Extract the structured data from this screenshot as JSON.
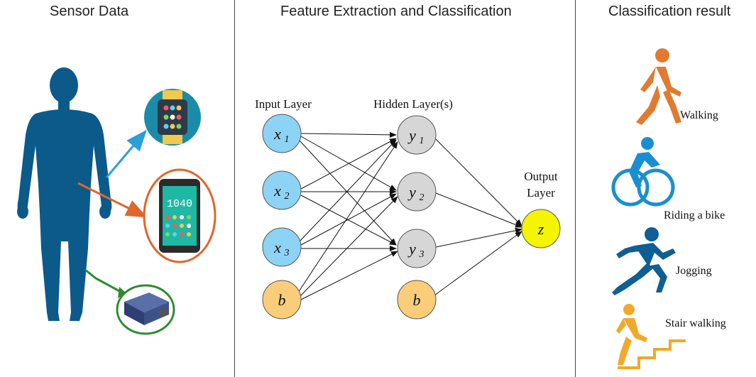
{
  "panels": {
    "sensor": {
      "title": "Sensor Data"
    },
    "network": {
      "title": "Feature Extraction and Classification"
    },
    "result": {
      "title": "Classification result"
    }
  },
  "network": {
    "input_label": "Input Layer",
    "hidden_label": "Hidden Layer(s)",
    "output_label_1": "Output",
    "output_label_2": "Layer",
    "inputs": [
      "x",
      "x",
      "x",
      "b"
    ],
    "input_subs": [
      "1",
      "2",
      "3",
      ""
    ],
    "hidden": [
      "y",
      "y",
      "y",
      "b"
    ],
    "hidden_subs": [
      "1",
      "2",
      "3",
      ""
    ],
    "output": "z"
  },
  "activities": {
    "walking": "Walking",
    "bike": "Riding a bike",
    "jogging": "Jogging",
    "stair": "Stair walking"
  },
  "device": {
    "phone_time": "1040"
  },
  "colors": {
    "body": "#0b5a8a",
    "input_node": "#8dd3f5",
    "hidden_node": "#d6d6d6",
    "bias_node": "#f9cd7a",
    "output_node": "#f5f500",
    "walking": "#e07b30",
    "bike": "#1a8fd0",
    "jogging": "#0f5e96",
    "stair": "#f1a92b"
  }
}
